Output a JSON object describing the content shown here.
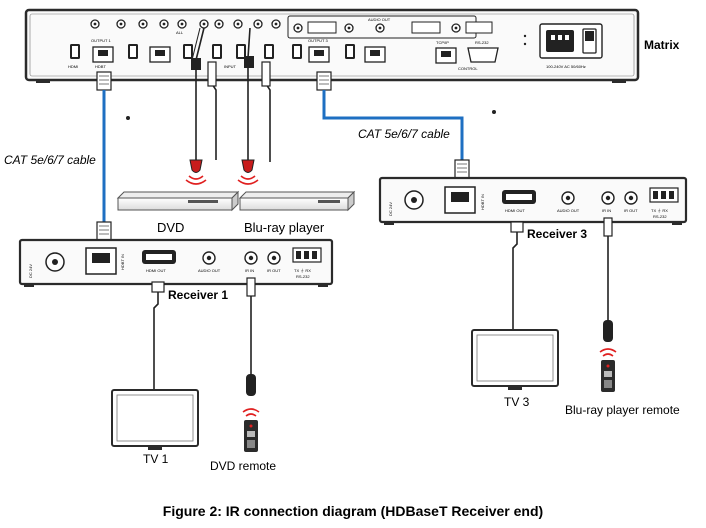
{
  "caption": "Figure 2: IR connection diagram (HDBaseT Receiver end)",
  "labels": {
    "matrix": "Matrix",
    "cable_left": "CAT 5e/6/7 cable",
    "cable_right": "CAT 5e/6/7 cable",
    "dvd": "DVD",
    "bluray": "Blu-ray player",
    "receiver1": "Receiver 1",
    "receiver3": "Receiver 3",
    "tv1": "TV 1",
    "tv3": "TV 3",
    "dvd_remote": "DVD remote",
    "bluray_remote": "Blu-ray player remote"
  },
  "receiver_ports": {
    "dc": "DC 24V",
    "hdbt": "HDBT IN",
    "hdmi_out": "HDMI OUT",
    "audio_out": "AUDIO OUT",
    "ir_in": "IR IN",
    "ir_out": "IR OUT",
    "rs232": "RS-232",
    "tx_rx": "TX ⏚ RX"
  },
  "matrix_ports": {
    "input": "INPUT",
    "output1": "OUTPUT 1",
    "output3": "OUTPUT 3",
    "audio_out": "AUDIO OUT",
    "control": "CONTROL",
    "rs232": "RS-232",
    "tcpip": "TCP/IP",
    "hdmi": "HDMI",
    "hdbt": "HDBT",
    "ir_all": "ALL",
    "power": "100-240V AC 50/60Hz"
  },
  "colors": {
    "cable": "#1e6fc2",
    "device": "#2b2b2b",
    "ir_signal": "#e02020",
    "ir_emitter": "#c81c1c"
  }
}
